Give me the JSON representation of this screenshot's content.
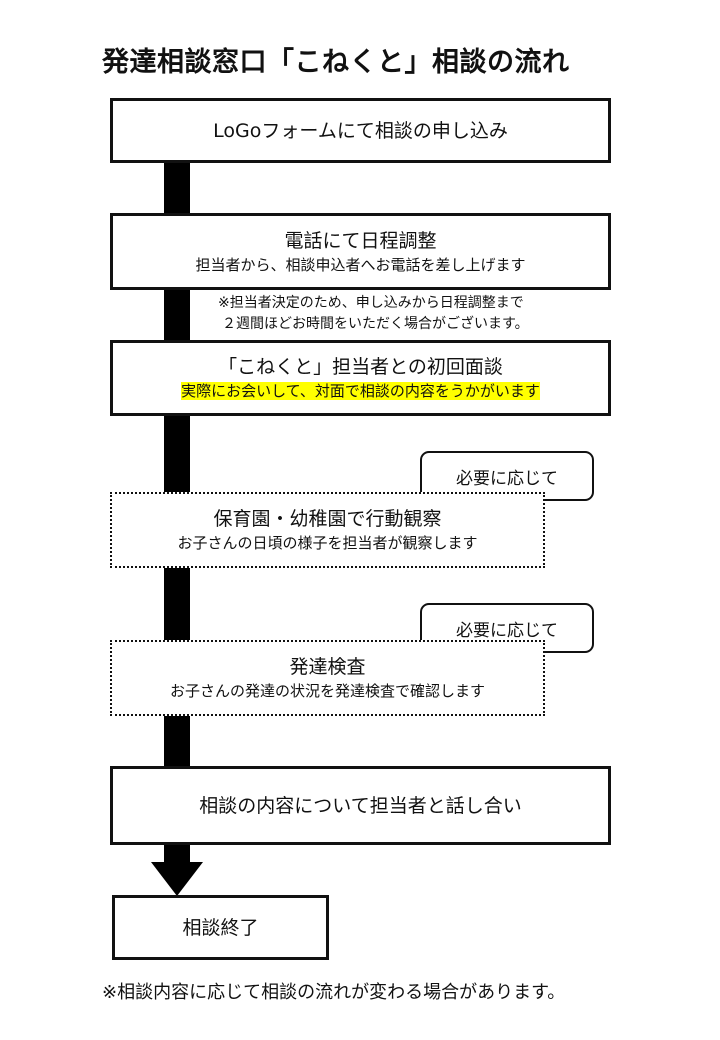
{
  "title": "発達相談窓口「こねくと」相談の流れ",
  "steps": [
    {
      "main": "LoGoフォームにて相談の申し込み",
      "sub": ""
    },
    {
      "main": "電話にて日程調整",
      "sub": "担当者から、相談申込者へお電話を差し上げます"
    },
    {
      "main": "「こねくと」担当者との初回面談",
      "sub": "実際にお会いして、対面で相談の内容をうかがいます"
    },
    {
      "main": "保育園・幼稚園で行動観察",
      "sub": "お子さんの日頃の様子を担当者が観察します"
    },
    {
      "main": "発達検査",
      "sub": "お子さんの発達の状況を発達検査で確認します"
    },
    {
      "main": "相談の内容について担当者と話し合い",
      "sub": ""
    },
    {
      "main": "相談終了",
      "sub": ""
    }
  ],
  "note": {
    "line1": "※担当者決定のため、申し込みから日程調整まで",
    "line2": "２週間ほどお時間をいただく場合がございます。"
  },
  "badges": [
    "必要に応じて",
    "必要に応じて"
  ],
  "footer": "※相談内容に応じて相談の流れが変わる場合があります。"
}
